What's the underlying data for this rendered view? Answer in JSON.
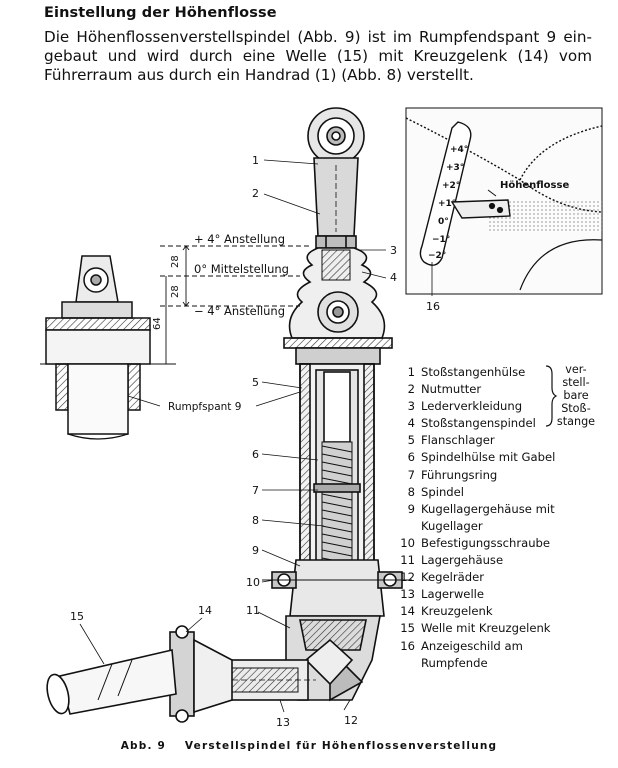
{
  "heading": "Einstellung der Höhenflosse",
  "intro_lines": [
    "Die Höhenflossenverstellspindel (Abb. 9) ist im Rumpfendspant 9 ein-",
    "gebaut und wird durch eine Welle (15) mit Kreuzgelenk (14) vom",
    "Führerraum aus durch ein Handrad (1) (Abb. 8) verstellt."
  ],
  "figure": {
    "callouts": [
      "1",
      "2",
      "3",
      "4",
      "5",
      "6",
      "7",
      "8",
      "9",
      "10",
      "11",
      "12",
      "13",
      "14",
      "15",
      "16"
    ],
    "angle_labels": {
      "plus4": "+ 4° Anstellung",
      "zero": "0° Mittelstellung",
      "minus4": "− 4° Anstellung"
    },
    "dimensions": [
      "28",
      "28",
      "64"
    ],
    "frame_label": "Rumpfspant 9",
    "indicator": {
      "label": "Höhenflosse",
      "scale": [
        "+4°",
        "+3°",
        "+2°",
        "+1°",
        "0°",
        "−1°",
        "−2°"
      ]
    }
  },
  "legend": [
    {
      "num": "1",
      "lines": [
        "Stoßstangenhülse"
      ]
    },
    {
      "num": "2",
      "lines": [
        "Nutmutter"
      ]
    },
    {
      "num": "3",
      "lines": [
        "Lederverkleidung"
      ]
    },
    {
      "num": "4",
      "lines": [
        "Stoßstangenspindel"
      ]
    },
    {
      "num": "5",
      "lines": [
        "Flanschlager"
      ]
    },
    {
      "num": "6",
      "lines": [
        "Spindelhülse mit Gabel"
      ]
    },
    {
      "num": "7",
      "lines": [
        "Führungsring"
      ]
    },
    {
      "num": "8",
      "lines": [
        "Spindel"
      ]
    },
    {
      "num": "9",
      "lines": [
        "Kugellagergehäuse mit",
        "Kugellager"
      ]
    },
    {
      "num": "10",
      "lines": [
        "Befestigungsschraube"
      ]
    },
    {
      "num": "11",
      "lines": [
        "Lagergehäuse"
      ]
    },
    {
      "num": "12",
      "lines": [
        "Kegelräder"
      ]
    },
    {
      "num": "13",
      "lines": [
        "Lagerwelle"
      ]
    },
    {
      "num": "14",
      "lines": [
        "Kreuzgelenk"
      ]
    },
    {
      "num": "15",
      "lines": [
        "Welle mit Kreuzgelenk"
      ]
    },
    {
      "num": "16",
      "lines": [
        "Anzeigeschild am",
        "Rumpfende"
      ]
    }
  ],
  "legend_group": [
    "ver-",
    "stell-",
    "bare",
    "Stoß-",
    "stange"
  ],
  "caption": {
    "figure": "Abb. 9",
    "title": "Verstellspindel für Höhenflossenverstellung"
  }
}
